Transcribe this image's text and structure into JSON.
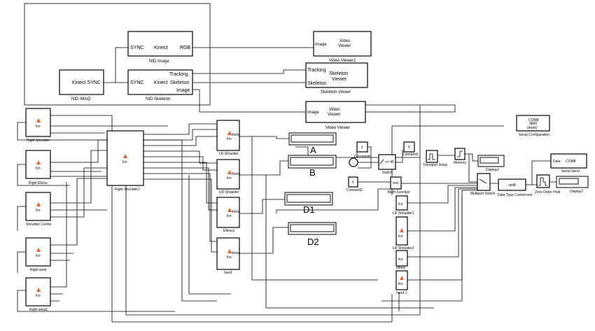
{
  "nid_imaq": {
    "text": "Kinect SYNC",
    "label": "NID IMAQ"
  },
  "nid_image": {
    "in": "SYNC",
    "mid": "Kinect",
    "out": "RGB",
    "label": "NID Image"
  },
  "nid_skeleton": {
    "in": "SYNC",
    "mid": "Kinect",
    "out_tracking": "Tracking",
    "out_skeleton": "Skeleton",
    "out_image": "Image",
    "label": "NID Skeleton"
  },
  "video_viewer1": {
    "in": "Image",
    "text1": "Video",
    "text2": "Viewer",
    "label": "Video Viewer1"
  },
  "skeleton_viewer": {
    "in1": "Tracking",
    "in2": "Skeleton",
    "text1": "Skeleton",
    "text2": "Viewer",
    "label": "Skeleton Viewer"
  },
  "video_viewer": {
    "in": "Image",
    "text1": "Video",
    "text2": "Viewer",
    "label": "Video Viewer"
  },
  "fcn_text": "fcn",
  "left_blocks": [
    {
      "label": "Right Shoulder"
    },
    {
      "label": "Right Elbow"
    },
    {
      "label": "Shoulder Centre"
    },
    {
      "label": "Right wrist"
    },
    {
      "label": "Right wrist1"
    }
  ],
  "right_shoulder2": {
    "label": "Right Shoulder2"
  },
  "mid_blocks": [
    {
      "label": "LR Shoulder",
      "out": "theta"
    },
    {
      "label": "UD Shoulder",
      "out": "theta"
    },
    {
      "label": "Elbow1",
      "out": "theta"
    },
    {
      "label": "hand",
      "out": "theta"
    }
  ],
  "displays": [
    {
      "label": "A"
    },
    {
      "label": "B"
    },
    {
      "label": "D1"
    },
    {
      "label": "D2"
    }
  ],
  "constant4": {
    "value": "1",
    "label": "Constant4"
  },
  "constant1": {
    "value": "0",
    "label": "Constant1"
  },
  "constant2": {
    "value": "5",
    "label": "Constant2"
  },
  "switch": {
    "text": ">= 45",
    "label": "Switch"
  },
  "transport_delay": {
    "label": "Transport Delay"
  },
  "memory": {
    "label": "Memory"
  },
  "display1": {
    "label": "Display1"
  },
  "math_function": {
    "text": "rem",
    "label": "Math Function"
  },
  "right_blocks": [
    {
      "label": "LR Shoulder1"
    },
    {
      "label": "LR Shoulder2"
    },
    {
      "label": "elbow"
    },
    {
      "label": "hand 1"
    }
  ],
  "multiport_switch": {
    "label": "Multiport Switch"
  },
  "data_type_conversion": {
    "text": "uint8",
    "label": "Data Type Conversion"
  },
  "zero_order_hold": {
    "label": "Zero-Order Hold"
  },
  "display2": {
    "label": "Display2"
  },
  "serial_send": {
    "in": "Data",
    "text": "COM8",
    "label": "Serial Send"
  },
  "serial_config": {
    "line1": "COM8",
    "line2": "9600",
    "line3": "(more)",
    "label": "Serial Configuration"
  }
}
